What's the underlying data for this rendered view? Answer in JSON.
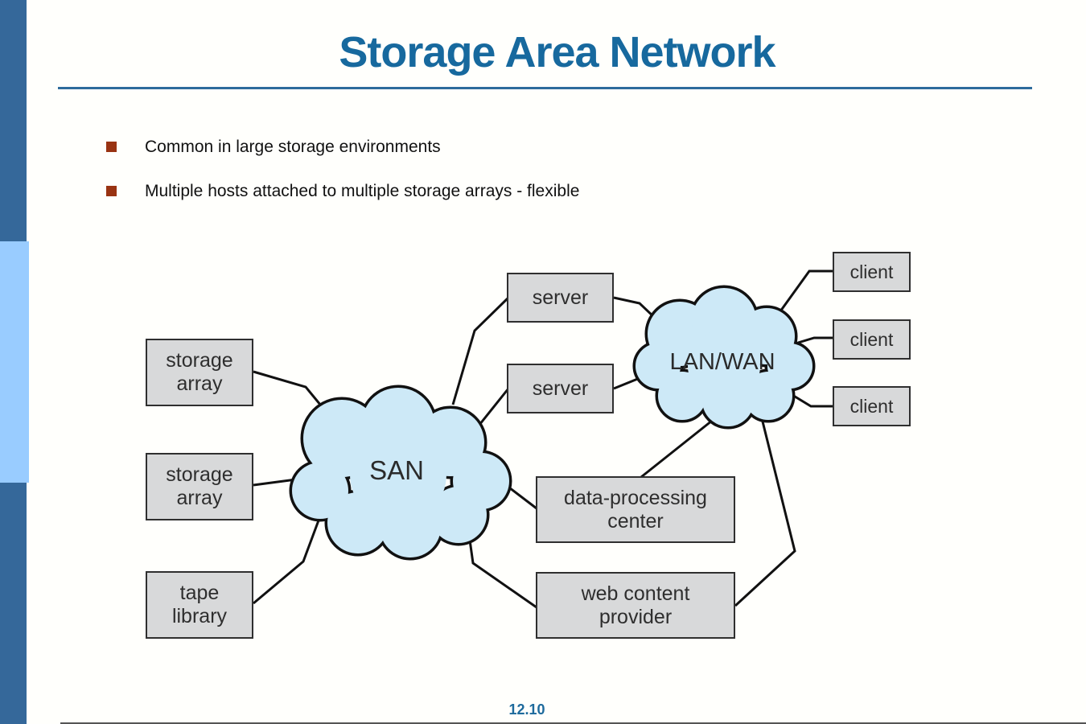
{
  "slide": {
    "title": "Storage Area Network",
    "bullets": [
      "Common in large storage environments",
      "Multiple hosts attached to multiple storage arrays - flexible"
    ],
    "page_number": "12.10"
  },
  "diagram": {
    "san_cloud": {
      "label": "SAN"
    },
    "lanwan_cloud": {
      "label": "LAN/WAN"
    },
    "nodes": {
      "storage_array_1": {
        "label": "storage\narray"
      },
      "storage_array_2": {
        "label": "storage\narray"
      },
      "tape_library": {
        "label": "tape\nlibrary"
      },
      "server_1": {
        "label": "server"
      },
      "server_2": {
        "label": "server"
      },
      "client_1": {
        "label": "client"
      },
      "client_2": {
        "label": "client"
      },
      "client_3": {
        "label": "client"
      },
      "data_processing_center": {
        "label": "data-processing\ncenter"
      },
      "web_content_provider": {
        "label": "web content\nprovider"
      }
    }
  },
  "colors": {
    "title_text": "#17699e",
    "title_rule": "#2e6b9c",
    "sidebar_dark": "#35689a",
    "sidebar_light": "#99ccff",
    "bullet_marker": "#993312",
    "cloud_fill": "#cde9f7",
    "cloud_outline": "#111111",
    "box_fill": "#d8d9da",
    "box_border": "#2f2f2f",
    "connector_line": "#111111",
    "page_number_text": "#1d6a9c"
  }
}
